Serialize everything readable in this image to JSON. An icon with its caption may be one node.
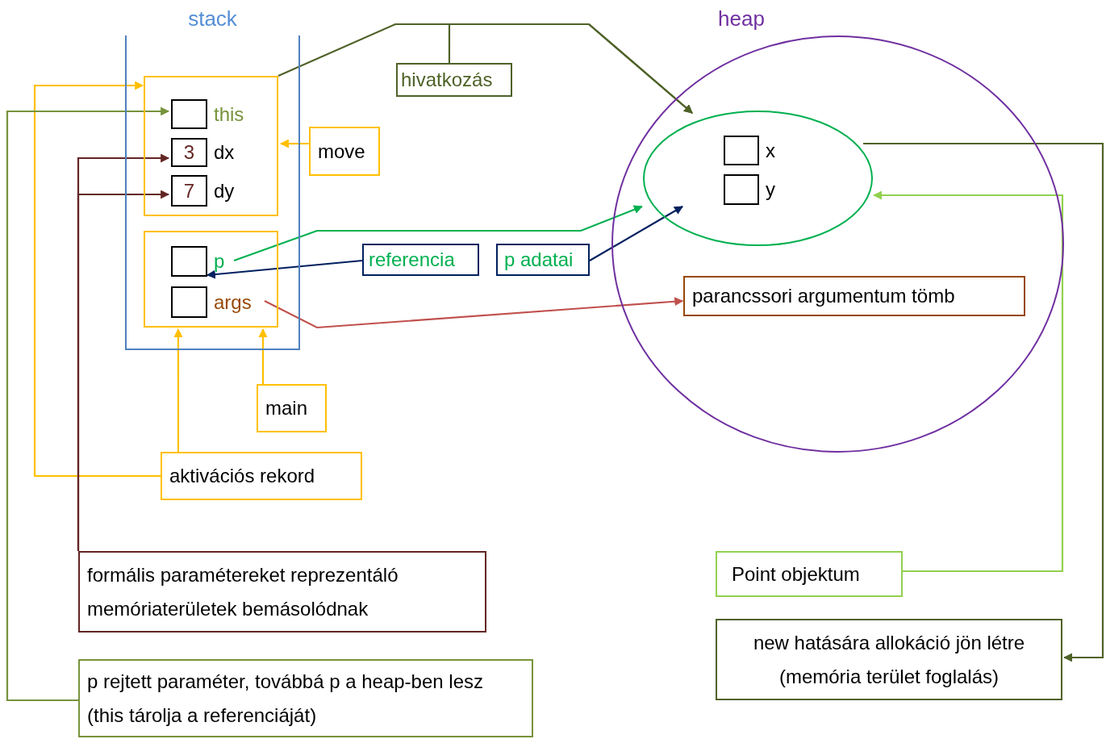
{
  "diagram": {
    "nodes": [
      {
        "text": [
          "stack"
        ]
      },
      {
        "text": [],
        "shape": "box",
        "in": 0
      },
      {
        "text": [],
        "shape": "box",
        "beside": [
          "this"
        ],
        "in": 1
      },
      {
        "text": [
          "3"
        ],
        "beside": [
          "dx"
        ],
        "in": 1
      },
      {
        "text": [
          "7"
        ],
        "beside": [
          "dy"
        ],
        "in": 1
      },
      {
        "text": [],
        "shape": "box",
        "in": 0
      },
      {
        "text": [],
        "shape": "box",
        "beside": [
          "p"
        ],
        "in": 5
      },
      {
        "text": [],
        "shape": "box",
        "beside": [
          "args"
        ],
        "in": 5
      },
      {
        "text": [
          "heap"
        ]
      },
      {
        "text": [],
        "shape": "ellipse",
        "in": 8
      },
      {
        "text": [],
        "shape": "box",
        "beside": [
          "x"
        ],
        "in": 9
      },
      {
        "text": [],
        "shape": "box",
        "beside": [
          "y"
        ],
        "in": 9
      },
      {
        "text": [
          "parancssori argumentum tömb"
        ],
        "in": 8
      },
      {
        "text": [
          "hivatkozás"
        ]
      },
      {
        "text": [
          "move"
        ]
      },
      {
        "text": [
          "referencia"
        ]
      },
      {
        "text": [
          "p adatai"
        ]
      },
      {
        "text": [
          "main"
        ]
      },
      {
        "text": [
          "aktivációs rekord"
        ]
      },
      {
        "text": [
          "formális paramétereket reprezentáló memóriaterületek bemásolódnak"
        ]
      },
      {
        "text": [
          "p rejtett paraméter, továbbá p a heap-ben lesz (this tárolja a referenciáját)"
        ]
      },
      {
        "text": [
          "Point objektum"
        ]
      },
      {
        "text": [
          "new hatására allokáció jön létre (memória terület foglalás)"
        ]
      }
    ],
    "edges": [
      {
        "from": 1,
        "to": 9,
        "arrow": "to",
        "color": "#4f6228"
      },
      {
        "from": 13,
        "to": 9,
        "arrow": "to",
        "color": "#4f6228"
      },
      {
        "from": 14,
        "to": 1,
        "arrow": "to",
        "color": "#ffc000"
      },
      {
        "from": 18,
        "to": 1,
        "arrow": "to",
        "color": "#ffc000"
      },
      {
        "from": 18,
        "to": 5,
        "arrow": "to",
        "color": "#ffc000"
      },
      {
        "from": 17,
        "to": 5,
        "arrow": "to",
        "color": "#ffc000"
      },
      {
        "from": 19,
        "to": 3,
        "arrow": "to",
        "color": "#632523"
      },
      {
        "from": 19,
        "to": 4,
        "arrow": "to",
        "color": "#632523"
      },
      {
        "from": 20,
        "to": 2,
        "arrow": "to",
        "color": "#77933c"
      },
      {
        "from": 6,
        "to": 9,
        "arrow": "to",
        "color": "#00b050"
      },
      {
        "from": 15,
        "to": 6,
        "arrow": "to",
        "color": "#002060"
      },
      {
        "from": 16,
        "to": 9,
        "arrow": "to",
        "color": "#002060"
      },
      {
        "from": 7,
        "to": 12,
        "arrow": "to",
        "color": "#c0504d"
      },
      {
        "from": 9,
        "to": 22,
        "arrow": "to",
        "color": "#4f6228"
      },
      {
        "from": 21,
        "to": 9,
        "arrow": "to",
        "color": "#92d050"
      }
    ]
  }
}
